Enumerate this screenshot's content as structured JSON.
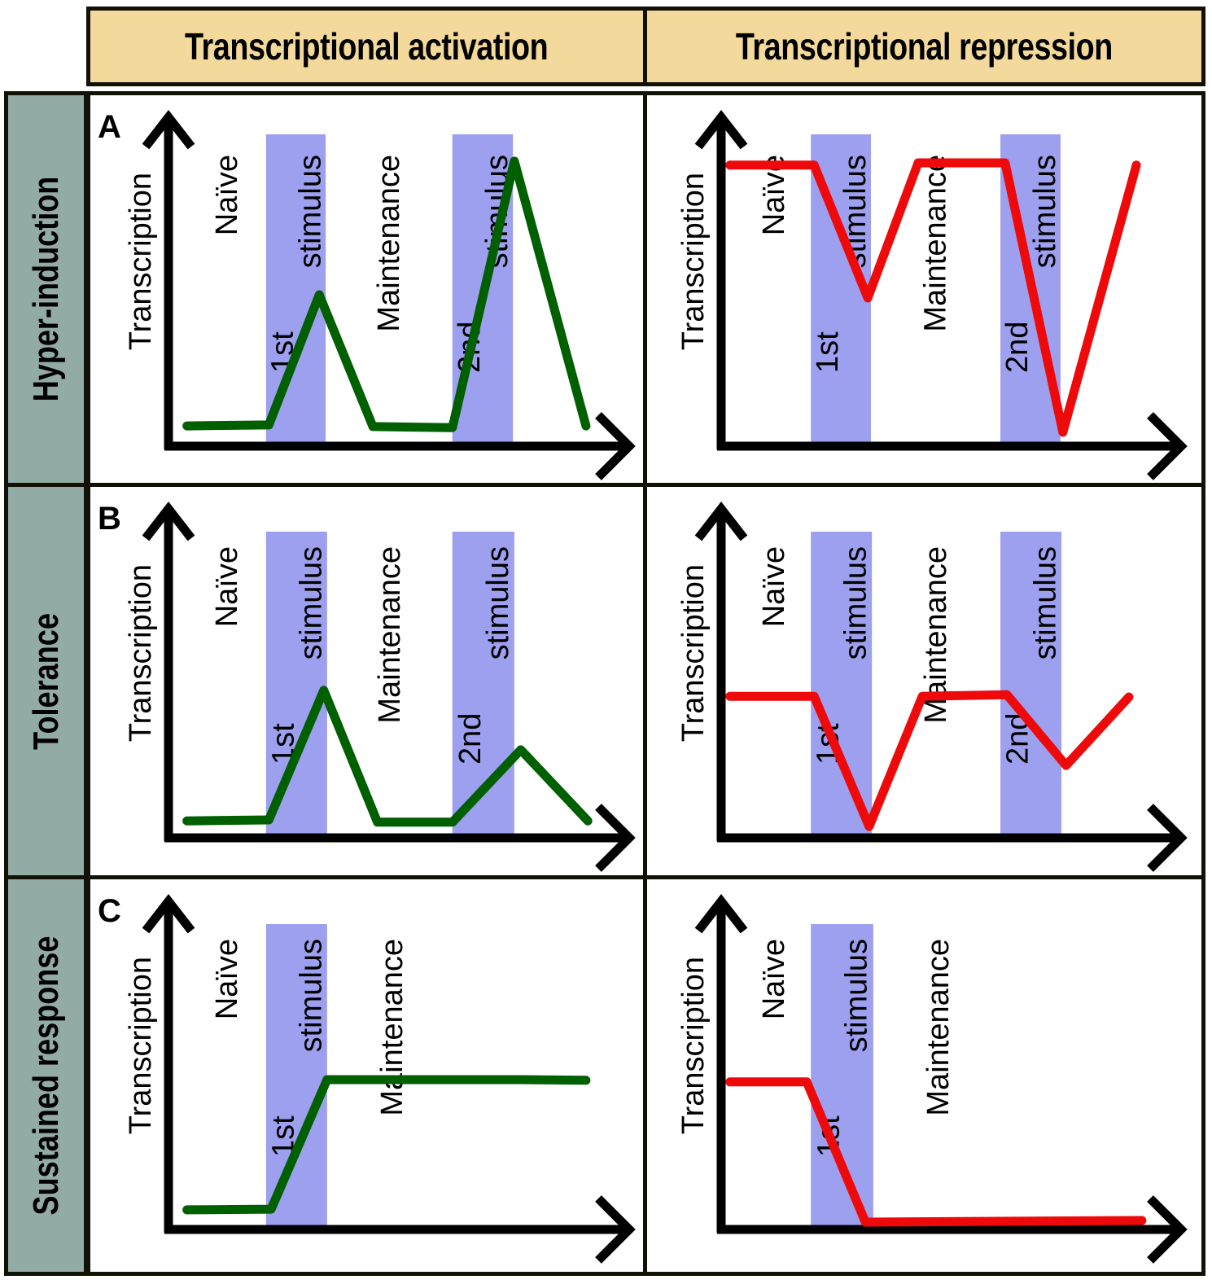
{
  "columns": [
    "Transcriptional activation",
    "Transcriptional repression"
  ],
  "rows": [
    "Hyper-induction",
    "Tolerance",
    "Sustained response"
  ],
  "colors": {
    "header_fill": "#F3D99B",
    "row_label_fill": "#93ABA5",
    "stimulus_band": "#9D9FEF",
    "activation_line": "#006000",
    "repression_line": "#EE0A0A",
    "border": "#111106"
  },
  "chart_data": [
    {
      "type": "line",
      "panel_label": "A",
      "row": "Hyper-induction",
      "column": "Transcriptional activation",
      "ylabel": "Transcription",
      "xlabel": "",
      "xlim": [
        0,
        100
      ],
      "ylim": [
        0,
        100
      ],
      "phases": [
        "Naïve",
        "1st stimulus",
        "Maintenance",
        "2nd stimulus"
      ],
      "bands": [
        [
          21.1,
          34.0
        ],
        [
          61.4,
          74.5
        ]
      ],
      "x": [
        4.0,
        21.7,
        32.6,
        44.2,
        61.4,
        74.8,
        90.3
      ],
      "y": [
        6.1,
        6.4,
        45.6,
        5.9,
        5.6,
        85.8,
        6.1
      ]
    },
    {
      "type": "line",
      "panel_label": "",
      "row": "Hyper-induction",
      "column": "Transcriptional repression",
      "ylabel": "Transcription",
      "xlabel": "",
      "xlim": [
        0,
        100
      ],
      "ylim": [
        0,
        100
      ],
      "phases": [
        "Naïve",
        "1st stimulus",
        "Maintenance",
        "2nd stimulus"
      ],
      "bands": [
        [
          19.4,
          32.4
        ],
        [
          60.4,
          73.4
        ]
      ],
      "x": [
        1.9,
        20.1,
        31.7,
        42.6,
        61.4,
        73.9,
        89.8
      ],
      "y": [
        84.6,
        84.6,
        44.6,
        85.3,
        85.3,
        4.2,
        84.6
      ]
    },
    {
      "type": "line",
      "panel_label": "B",
      "row": "Tolerance",
      "column": "Transcriptional activation",
      "ylabel": "Transcription",
      "xlabel": "",
      "xlim": [
        0,
        100
      ],
      "ylim": [
        0,
        100
      ],
      "phases": [
        "Naïve",
        "1st stimulus",
        "Maintenance",
        "2nd stimulus"
      ],
      "bands": [
        [
          21.1,
          34.3
        ],
        [
          61.4,
          74.8
        ]
      ],
      "x": [
        4.0,
        21.7,
        33.6,
        45.2,
        61.4,
        76.2,
        90.7
      ],
      "y": [
        5.1,
        5.4,
        44.4,
        4.7,
        4.7,
        26.5,
        5.1
      ]
    },
    {
      "type": "line",
      "panel_label": "",
      "row": "Tolerance",
      "column": "Transcriptional repression",
      "ylabel": "Transcription",
      "xlabel": "",
      "xlim": [
        0,
        100
      ],
      "ylim": [
        0,
        100
      ],
      "phases": [
        "Naïve",
        "1st stimulus",
        "Maintenance",
        "2nd stimulus"
      ],
      "bands": [
        [
          19.4,
          32.6
        ],
        [
          60.4,
          73.6
        ]
      ],
      "x": [
        1.9,
        20.1,
        32.0,
        43.5,
        61.8,
        74.6,
        88.2
      ],
      "y": [
        42.6,
        42.6,
        3.4,
        42.6,
        43.1,
        21.8,
        42.4
      ]
    },
    {
      "type": "line",
      "panel_label": "C",
      "row": "Sustained response",
      "column": "Transcriptional activation",
      "ylabel": "Transcription",
      "xlabel": "",
      "xlim": [
        0,
        100
      ],
      "ylim": [
        0,
        100
      ],
      "phases": [
        "Naïve",
        "1st stimulus",
        "Maintenance"
      ],
      "bands": [
        [
          21.1,
          34.3
        ]
      ],
      "x": [
        4.0,
        22.2,
        34.3,
        76.2,
        90.3
      ],
      "y": [
        5.9,
        6.1,
        45.1,
        45.1,
        44.9
      ]
    },
    {
      "type": "line",
      "panel_label": "",
      "row": "Sustained response",
      "column": "Transcriptional repression",
      "ylabel": "Transcription",
      "xlabel": "",
      "xlim": [
        0,
        100
      ],
      "ylim": [
        0,
        100
      ],
      "phases": [
        "Naïve",
        "1st stimulus",
        "Maintenance"
      ],
      "bands": [
        [
          19.4,
          32.9
        ]
      ],
      "x": [
        1.9,
        18.5,
        31.2,
        91.0
      ],
      "y": [
        44.4,
        44.4,
        2.2,
        2.7
      ]
    }
  ]
}
